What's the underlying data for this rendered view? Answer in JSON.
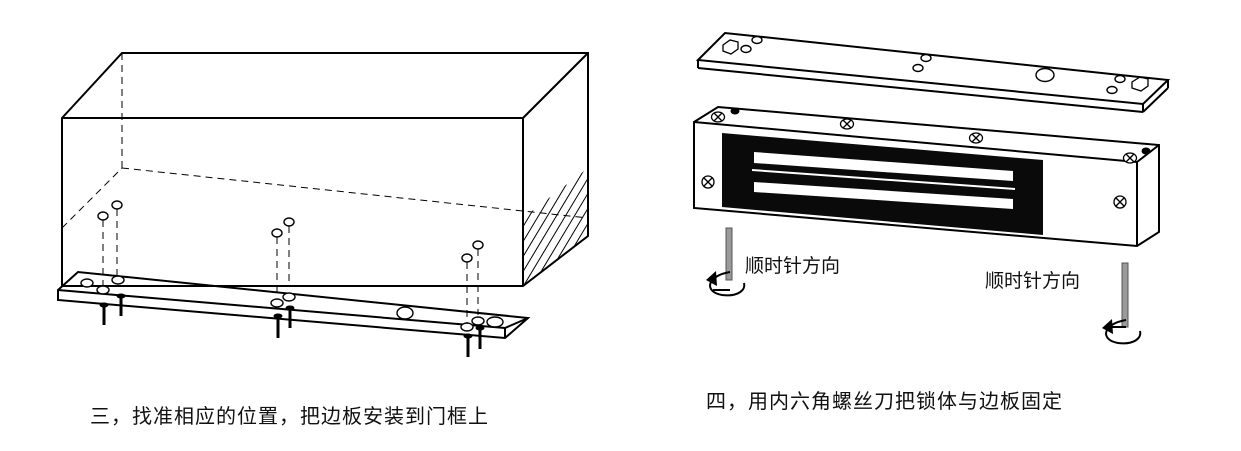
{
  "step3": {
    "caption": "三，找准相应的位置，把边板安装到门框上"
  },
  "step4": {
    "caption": "四，用内六角螺丝刀把锁体与边板固定",
    "label_left": "顺时针方向",
    "label_right": "顺时针方向"
  }
}
